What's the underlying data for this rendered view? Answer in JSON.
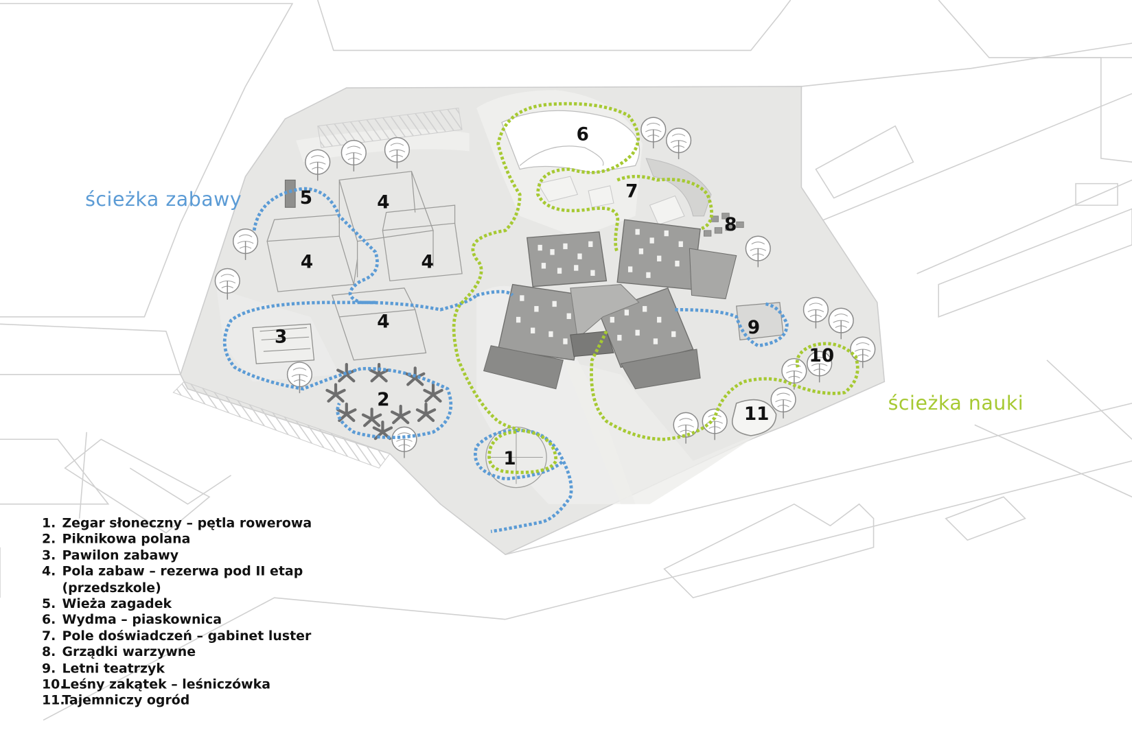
{
  "colors": {
    "play_path": "#5b9bd5",
    "learn_path": "#a6c932",
    "site_fill": "#e6e6e4",
    "building_roof": "#9e9e9c",
    "road_line": "#cfcfcf"
  },
  "path_labels": {
    "play": "ścieżka zabawy",
    "learn": "ścieżka nauki"
  },
  "markers": [
    {
      "id": "marker-1",
      "label": "1"
    },
    {
      "id": "marker-2",
      "label": "2"
    },
    {
      "id": "marker-3",
      "label": "3"
    },
    {
      "id": "marker-4a",
      "label": "4"
    },
    {
      "id": "marker-4b",
      "label": "4"
    },
    {
      "id": "marker-4c",
      "label": "4"
    },
    {
      "id": "marker-4d",
      "label": "4"
    },
    {
      "id": "marker-5",
      "label": "5"
    },
    {
      "id": "marker-6",
      "label": "6"
    },
    {
      "id": "marker-7",
      "label": "7"
    },
    {
      "id": "marker-8",
      "label": "8"
    },
    {
      "id": "marker-9",
      "label": "9"
    },
    {
      "id": "marker-10",
      "label": "10"
    },
    {
      "id": "marker-11",
      "label": "11"
    }
  ],
  "legend": [
    {
      "number": "1.",
      "text": "Zegar słoneczny – pętla rowerowa"
    },
    {
      "number": "2.",
      "text": "Piknikowa polana"
    },
    {
      "number": "3.",
      "text": "Pawilon zabawy"
    },
    {
      "number": "4.",
      "text": "Pola zabaw – rezerwa pod II etap\n(przedszkole)"
    },
    {
      "number": "5.",
      "text": "Wieża zagadek"
    },
    {
      "number": "6.",
      "text": "Wydma – piaskownica"
    },
    {
      "number": "7.",
      "text": "Pole doświadczeń – gabinet luster"
    },
    {
      "number": "8.",
      "text": "Grządki warzywne"
    },
    {
      "number": "9.",
      "text": "Letni teatrzyk"
    },
    {
      "number": "10.",
      "text": "Leśny zakątek – leśniczówka"
    },
    {
      "number": "11.",
      "text": "Tajemniczy ogród"
    }
  ]
}
